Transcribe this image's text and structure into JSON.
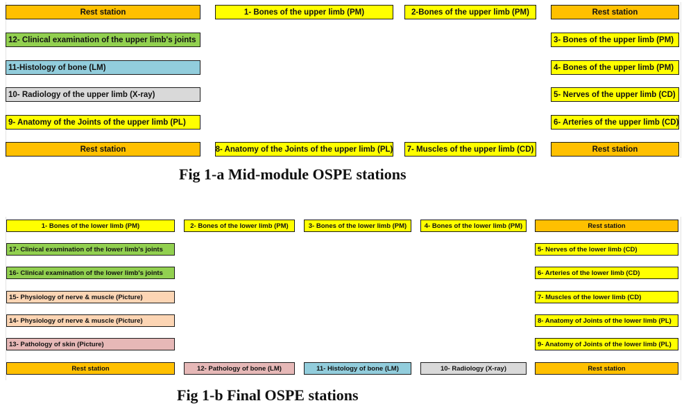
{
  "fig_a": {
    "caption": "Fig 1-a Mid-module OSPE stations",
    "rest": "Rest station",
    "s1": "1- Bones of the upper limb (PM)",
    "s2": "2-Bones of the upper limb (PM)",
    "s3": "3- Bones of the upper limb (PM)",
    "s4": "4- Bones of the upper limb (PM)",
    "s5": "5- Nerves of the upper limb (CD)",
    "s6": "6- Arteries of the upper limb (CD)",
    "s7": "7- Muscles of the upper limb (CD)",
    "s8": "8- Anatomy of the Joints of the upper limb (PL)",
    "s9": "9- Anatomy of the Joints of the upper limb (PL)",
    "s10": "10- Radiology of the upper limb (X-ray)",
    "s11": "11-Histology of bone (LM)",
    "s12": "12- Clinical examination of the upper limb's joints"
  },
  "fig_b": {
    "caption": "Fig 1-b Final OSPE stations",
    "rest": "Rest station",
    "s1": "1- Bones of the lower limb (PM)",
    "s2": "2- Bones of the lower limb (PM)",
    "s3": "3- Bones of the lower limb (PM)",
    "s4": "4- Bones of the lower limb (PM)",
    "s5": "5- Nerves of the lower limb (CD)",
    "s6": "6- Arteries of the lower limb (CD)",
    "s7": "7- Muscles of the lower limb (CD)",
    "s8": "8- Anatomy of Joints of the lower limb (PL)",
    "s9": "9- Anatomy of Joints of the lower limb (PL)",
    "s10": "10- Radiology (X-ray)",
    "s11": "11- Histology of bone (LM)",
    "s12": "12- Pathology of bone (LM)",
    "s13": "13- Pathology of skin (Picture)",
    "s14": "14- Physiology of nerve & muscle (Picture)",
    "s15": "15- Physiology of nerve & muscle (Picture)",
    "s16": "16- Clinical examination of the lower limb's joints",
    "s17": "17- Clinical examination of the lower limb's joints"
  },
  "colors": {
    "rest_station": "#ffc000",
    "anatomy_station": "#ffff00",
    "clinical_station": "#92d050",
    "histology_station": "#92cddc",
    "radiology_station": "#d9d9d9",
    "physiology_station": "#fcd5b4",
    "pathology_station": "#e6b8b7"
  }
}
